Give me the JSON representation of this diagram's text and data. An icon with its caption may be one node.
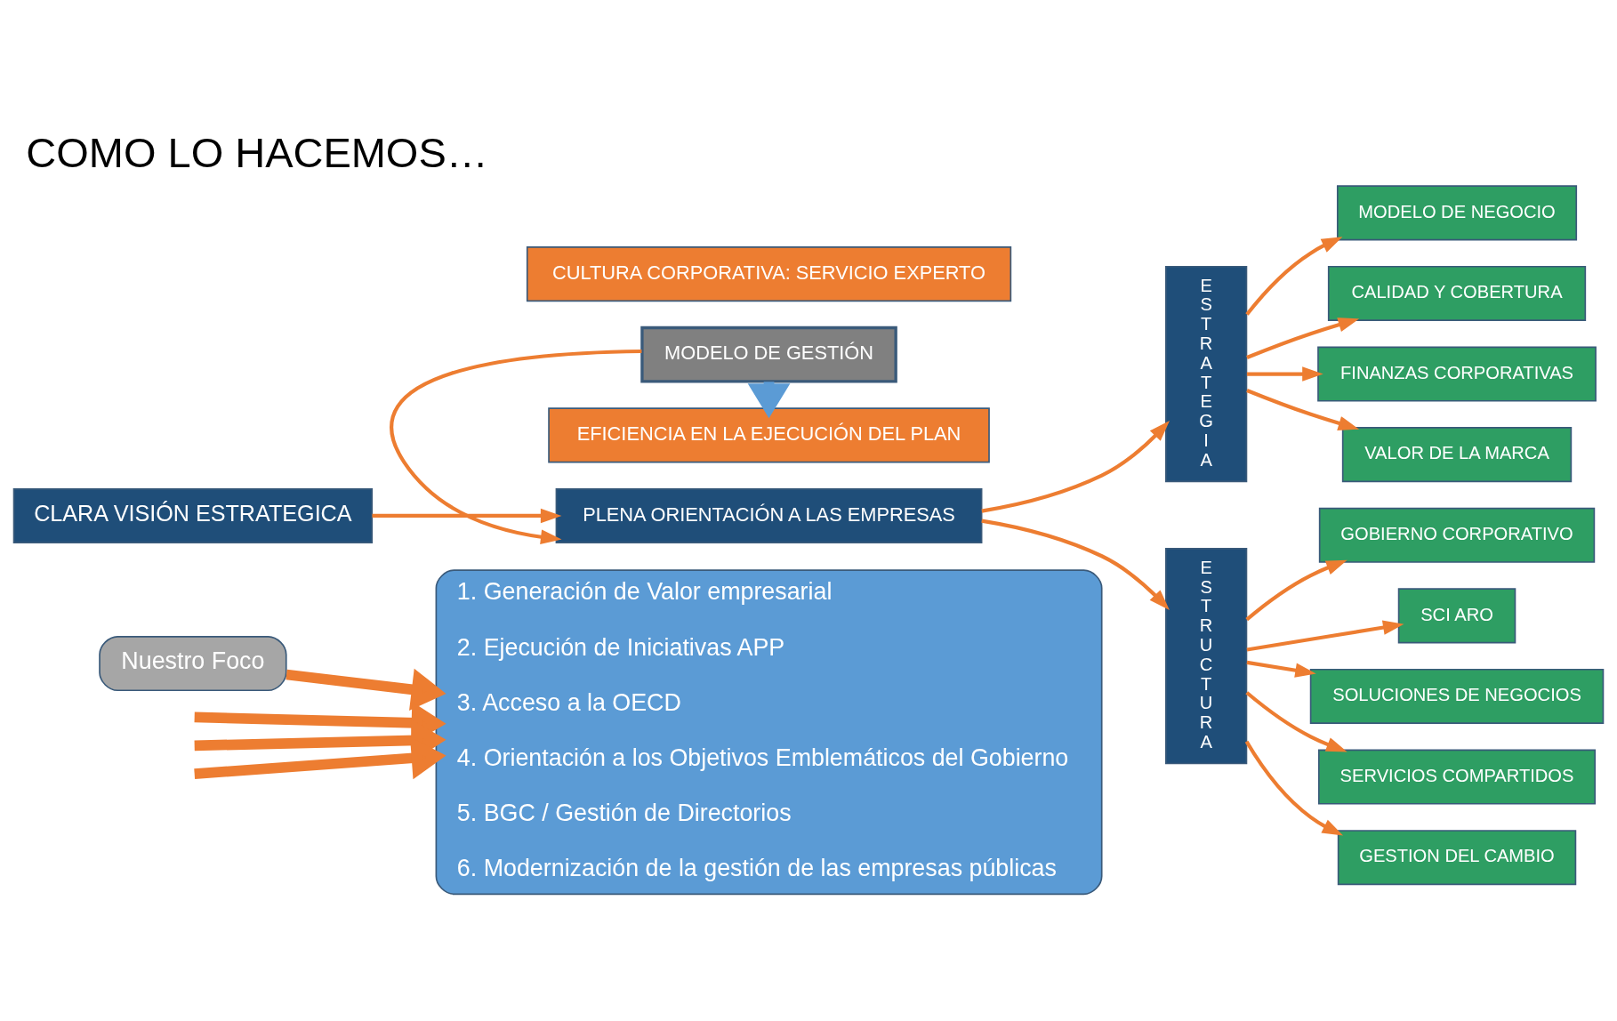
{
  "diagram": {
    "title": "COMO LO HACEMOS…",
    "nodes": [
      {
        "text": [
          "Nuestro Foco"
        ]
      },
      {
        "text": [
          "1. Generación de Valor empresarial",
          "2. Ejecución de Iniciativas APP",
          "3. Acceso a la OECD",
          "4. Orientación a los Objetivos Emblemáticos del Gobierno",
          "5. BGC / Gestión de Directorios",
          "6. Modernización de la gestión de las empresas públicas"
        ]
      },
      {
        "text": [
          "CLARA VISIÓN ESTRATEGICA"
        ]
      },
      {
        "text": [
          "CULTURA CORPORATIVA: SERVICIO EXPERTO"
        ]
      },
      {
        "text": [
          "PLENA ORIENTACIÓN A LAS EMPRESAS"
        ]
      },
      {
        "text": [
          "MODELO DE GESTIÓN"
        ]
      },
      {
        "text": [
          "EFICIENCIA EN LA EJECUCIÓN DEL PLAN"
        ]
      },
      {
        "text": [
          "ESTRATEGIA"
        ]
      },
      {
        "text": [
          "ESTRUCTURA"
        ]
      },
      {
        "text": [
          "MODELO DE NEGOCIO"
        ]
      },
      {
        "text": [
          "CALIDAD Y COBERTURA"
        ]
      },
      {
        "text": [
          "FINANZAS CORPORATIVAS"
        ]
      },
      {
        "text": [
          "VALOR DE LA MARCA"
        ]
      },
      {
        "text": [
          "GOBIERNO CORPORATIVO"
        ]
      },
      {
        "text": [
          "SCI ARO"
        ]
      },
      {
        "text": [
          "SOLUCIONES DE NEGOCIOS"
        ]
      },
      {
        "text": [
          "SERVICIOS COMPARTIDOS"
        ]
      },
      {
        "text": [
          "GESTION DEL CAMBIO"
        ]
      }
    ],
    "edges": [
      {
        "from": 2,
        "to": 4,
        "arrow": "to"
      },
      {
        "from": 5,
        "to": 4,
        "arrow": "to"
      },
      {
        "from": 5,
        "to": 6,
        "arrow": "to",
        "style": "thick",
        "color": "#5b9bd5"
      },
      {
        "from": 4,
        "to": 7,
        "arrow": "to"
      },
      {
        "from": 4,
        "to": 8,
        "arrow": "to"
      },
      {
        "from": 7,
        "to": 9,
        "arrow": "to"
      },
      {
        "from": 7,
        "to": 10,
        "arrow": "to"
      },
      {
        "from": 7,
        "to": 11,
        "arrow": "to"
      },
      {
        "from": 7,
        "to": 12,
        "arrow": "to"
      },
      {
        "from": 8,
        "to": 13,
        "arrow": "to"
      },
      {
        "from": 8,
        "to": 14,
        "arrow": "to"
      },
      {
        "from": 8,
        "to": 15,
        "arrow": "to"
      },
      {
        "from": 8,
        "to": 16,
        "arrow": "to"
      },
      {
        "from": 8,
        "to": 17,
        "arrow": "to"
      },
      {
        "from": 0,
        "to": 1,
        "arrow": "to",
        "style": "thick"
      },
      {
        "from": null,
        "to": 1,
        "arrow": "to",
        "style": "thick"
      },
      {
        "from": null,
        "to": 1,
        "arrow": "to",
        "style": "thick"
      },
      {
        "from": null,
        "to": 1,
        "arrow": "to",
        "style": "thick"
      }
    ]
  }
}
